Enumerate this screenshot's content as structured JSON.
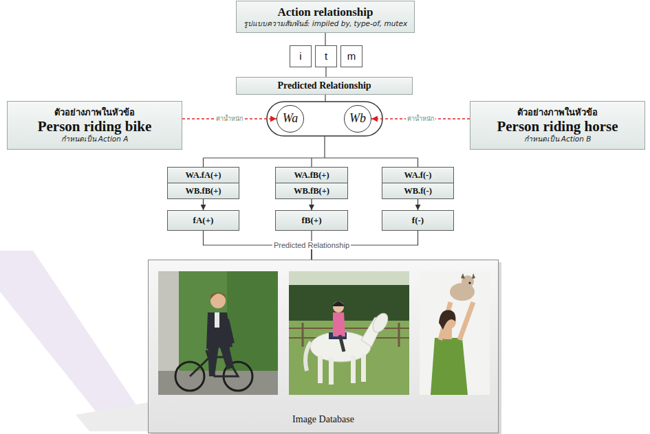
{
  "diagram": {
    "nodes": [
      {
        "text": [
          "Action relationship",
          "รูปแบบความสัมพันธ์: impiled by, type-of, mutex"
        ]
      },
      {
        "text": [
          "i"
        ]
      },
      {
        "text": [
          "t"
        ]
      },
      {
        "text": [
          "m"
        ]
      },
      {
        "text": [
          "Predicted Relationship"
        ]
      },
      {
        "text": [
          "Wa"
        ]
      },
      {
        "text": [
          "Wb"
        ]
      },
      {
        "text": [
          "ตัวอย่างภาพในหัวข้อ",
          "Person riding bike",
          "กำหนดเป็น Action A"
        ]
      },
      {
        "text": [
          "ตัวอย่างภาพในหัวข้อ",
          "Person riding horse",
          "กำหนดเป็น Action B"
        ]
      },
      {
        "text": [
          "WA.fA(+)"
        ]
      },
      {
        "text": [
          "WA.fB(+)"
        ]
      },
      {
        "text": [
          "WA.f(-)"
        ]
      },
      {
        "text": [
          "WB.fB(+)"
        ]
      },
      {
        "text": [
          "WB.fB(+)"
        ]
      },
      {
        "text": [
          "WB.f(-)"
        ]
      },
      {
        "text": [
          "fA(+)"
        ]
      },
      {
        "text": [
          "fB(+)"
        ]
      },
      {
        "text": [
          "f(-)"
        ]
      },
      {
        "text": [
          "Image Database"
        ]
      }
    ],
    "edges": [
      {
        "from": 0,
        "to": 2,
        "arrow": "none"
      },
      {
        "from": 2,
        "to": 4,
        "arrow": "none"
      },
      {
        "from": 7,
        "to": 5,
        "label": "ค่าน้ำหนัก",
        "arrow": "to"
      },
      {
        "from": 8,
        "to": 6,
        "label": "ค่าน้ำหนัก",
        "arrow": "to"
      },
      {
        "from": 12,
        "to": 15,
        "arrow": "to"
      },
      {
        "from": 13,
        "to": 16,
        "arrow": "to"
      },
      {
        "from": 14,
        "to": 17,
        "arrow": "to"
      },
      {
        "from": 15,
        "to": 18,
        "arrow": "none"
      },
      {
        "from": 16,
        "to": 18,
        "label": "Predicted Relationship",
        "arrow": "none"
      },
      {
        "from": 17,
        "to": 18,
        "arrow": "none"
      }
    ]
  }
}
